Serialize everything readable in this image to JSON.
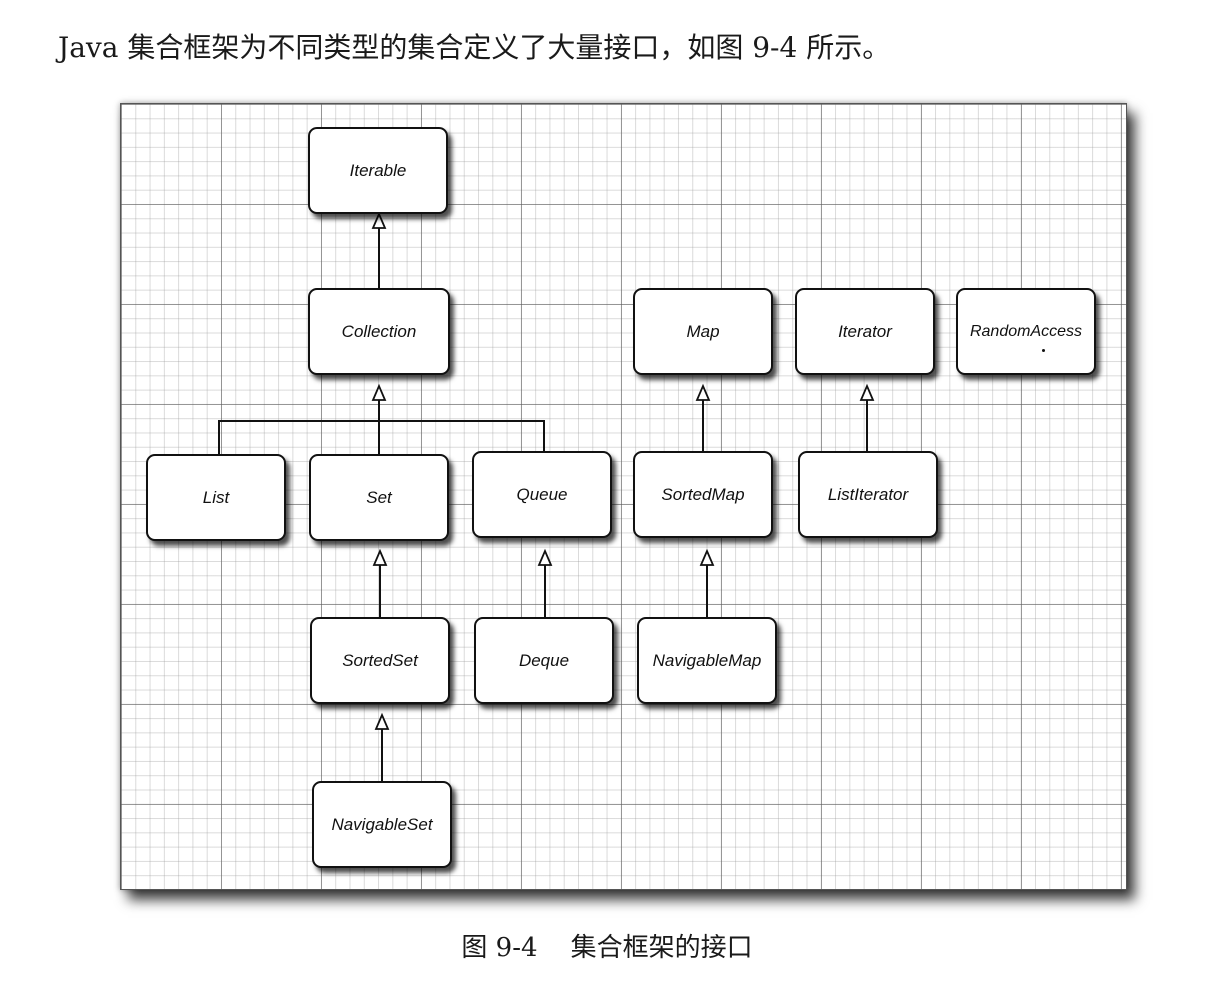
{
  "intro_text": "Java 集合框架为不同类型的集合定义了大量接口，如图 9-4 所示。",
  "caption": "图 9-4    集合框架的接口",
  "nodes": {
    "iterable": "Iterable",
    "collection": "Collection",
    "map": "Map",
    "iterator": "Iterator",
    "random_access": "RandomAccess",
    "list": "List",
    "set": "Set",
    "queue": "Queue",
    "sorted_map": "SortedMap",
    "list_iterator": "ListIterator",
    "sorted_set": "SortedSet",
    "deque": "Deque",
    "navigable_map": "NavigableMap",
    "navigable_set": "NavigableSet"
  },
  "edges": [
    {
      "from": "collection",
      "to": "iterable"
    },
    {
      "from": "list",
      "to": "collection"
    },
    {
      "from": "set",
      "to": "collection"
    },
    {
      "from": "queue",
      "to": "collection"
    },
    {
      "from": "sorted_map",
      "to": "map"
    },
    {
      "from": "list_iterator",
      "to": "iterator"
    },
    {
      "from": "sorted_set",
      "to": "set"
    },
    {
      "from": "deque",
      "to": "queue"
    },
    {
      "from": "navigable_map",
      "to": "sorted_map"
    },
    {
      "from": "navigable_set",
      "to": "sorted_set"
    }
  ]
}
